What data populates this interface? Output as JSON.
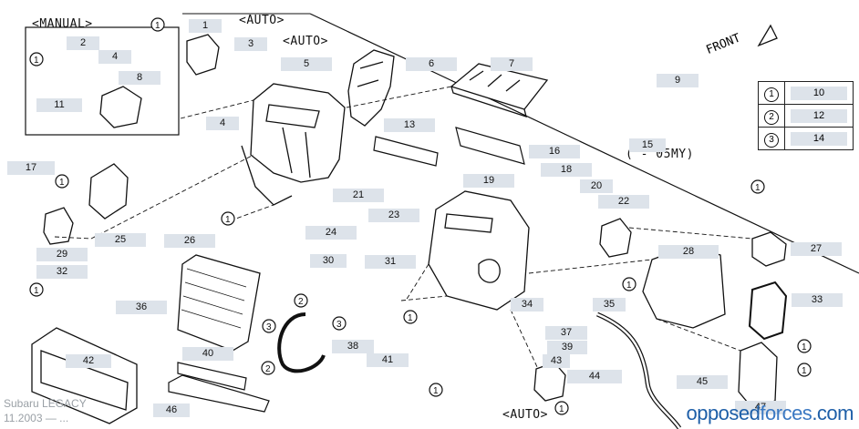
{
  "tags": {
    "manual": "<MANUAL>",
    "auto_top": "<AUTO>",
    "auto_mid": "<AUTO>",
    "auto_bottom": "<AUTO>",
    "model_year": "( -'05MY)",
    "front": "FRONT"
  },
  "labels": [
    "1",
    "2",
    "3",
    "4",
    "4",
    "5",
    "6",
    "7",
    "8",
    "9",
    "11",
    "13",
    "15",
    "16",
    "17",
    "18",
    "19",
    "20",
    "21",
    "22",
    "23",
    "24",
    "25",
    "26",
    "27",
    "28",
    "29",
    "30",
    "31",
    "32",
    "33",
    "34",
    "35",
    "36",
    "37",
    "38",
    "39",
    "40",
    "41",
    "42",
    "43",
    "44",
    "45",
    "46",
    "47"
  ],
  "legend": [
    {
      "symbol": "1",
      "value": "10"
    },
    {
      "symbol": "2",
      "value": "12"
    },
    {
      "symbol": "3",
      "value": "14"
    }
  ],
  "footer": {
    "line1": "Subaru LEGACY",
    "line2": "11.2003 — ..."
  },
  "brand": {
    "part1": "opposed",
    "part2": "forces",
    "part3": ".com"
  },
  "colors": {
    "label_bg": "#dde3ea",
    "line": "#1a1a1a",
    "brand_blue": "#1e5fa8"
  }
}
